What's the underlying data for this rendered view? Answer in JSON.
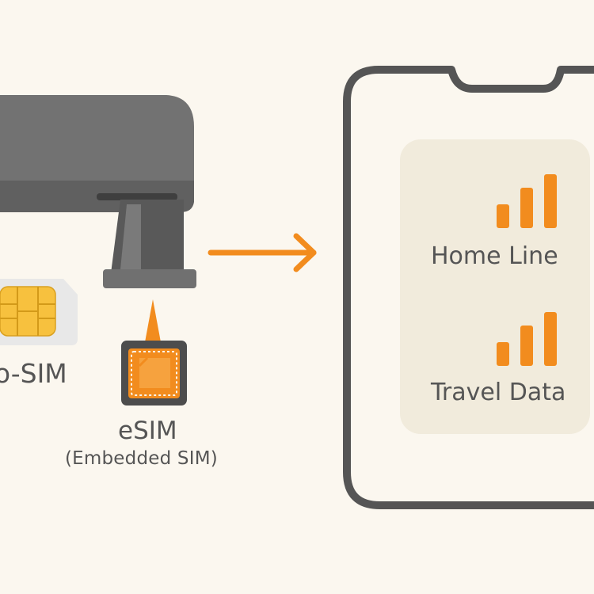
{
  "labels": {
    "nano_sim": "no-SIM",
    "esim_title": "eSIM",
    "esim_subtitle": "(Embedded SIM)",
    "line_1": "Home Line",
    "line_2": "Travel Data"
  },
  "signal": {
    "line_1_bars": 3,
    "line_2_bars": 3
  },
  "icons": {
    "device": "sim-tray-device-icon",
    "nano_sim": "nano-sim-card-icon",
    "esim": "esim-chip-icon",
    "arrow": "arrow-right-icon",
    "phone": "smartphone-icon",
    "signal": "signal-bars-icon"
  },
  "colors": {
    "background": "#fbf7ef",
    "accent": "#f28c1e",
    "device_gray": "#6e6e6e",
    "phone_outline": "#555555",
    "panel": "#f1ebdc",
    "chip_gold": "#f7c13e",
    "text": "#555555"
  }
}
